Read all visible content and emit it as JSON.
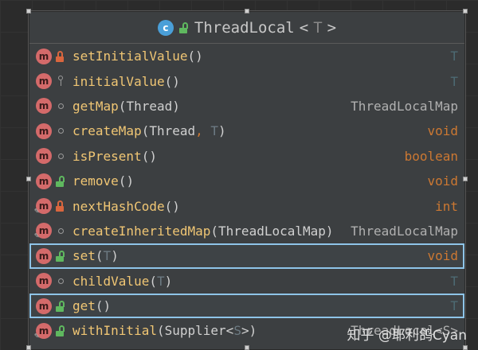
{
  "class": {
    "name": "ThreadLocal",
    "type_param": "T",
    "badge_letter": "c"
  },
  "members": [
    {
      "name": "setInitialValue",
      "params": "()",
      "return": "T",
      "visibility": "private",
      "static": false,
      "return_kind": "generic",
      "selected": false
    },
    {
      "name": "initialValue",
      "params": "()",
      "return": "T",
      "visibility": "protected",
      "static": false,
      "return_kind": "generic",
      "selected": false
    },
    {
      "name": "getMap",
      "params": "(Thread)",
      "return": "ThreadLocalMap",
      "visibility": "package",
      "static": false,
      "return_kind": "class",
      "selected": false
    },
    {
      "name": "createMap",
      "params": "(Thread, T)",
      "return": "void",
      "visibility": "package",
      "static": false,
      "return_kind": "keyword",
      "selected": false
    },
    {
      "name": "isPresent",
      "params": "()",
      "return": "boolean",
      "visibility": "package",
      "static": false,
      "return_kind": "keyword",
      "selected": false
    },
    {
      "name": "remove",
      "params": "()",
      "return": "void",
      "visibility": "public",
      "static": false,
      "return_kind": "keyword",
      "selected": false
    },
    {
      "name": "nextHashCode",
      "params": "()",
      "return": "int",
      "visibility": "private",
      "static": true,
      "return_kind": "keyword",
      "selected": false
    },
    {
      "name": "createInheritedMap",
      "params": "(ThreadLocalMap)",
      "return": "ThreadLocalMap",
      "visibility": "package",
      "static": true,
      "return_kind": "class",
      "selected": false
    },
    {
      "name": "set",
      "params": "(T)",
      "return": "void",
      "visibility": "public",
      "static": false,
      "return_kind": "keyword",
      "selected": true
    },
    {
      "name": "childValue",
      "params": "(T)",
      "return": "T",
      "visibility": "package",
      "static": false,
      "return_kind": "generic",
      "selected": false
    },
    {
      "name": "get",
      "params": "()",
      "return": "T",
      "visibility": "public",
      "static": false,
      "return_kind": "generic",
      "selected": true
    },
    {
      "name": "withInitial",
      "params": "(Supplier<S>)",
      "return": "ThreadLocal<S>",
      "visibility": "public",
      "static": true,
      "return_kind": "class",
      "selected": false
    }
  ],
  "member_badge_letter": "m",
  "watermark": "知乎 @耶利鸽Cyan",
  "colors": {
    "background": "#2b2b2b",
    "panel": "#3c3f41",
    "method_badge": "#d46a6a",
    "class_badge": "#4a9fd8",
    "keyword": "#cc7832",
    "selection": "#8ec4e8",
    "public_lock": "#5fb85f",
    "private_lock": "#d9663e"
  },
  "icons": {
    "public": "open-lock-icon",
    "private": "closed-lock-icon",
    "protected": "key-icon",
    "package": "package-circle-icon",
    "static": "static-pin-icon"
  }
}
